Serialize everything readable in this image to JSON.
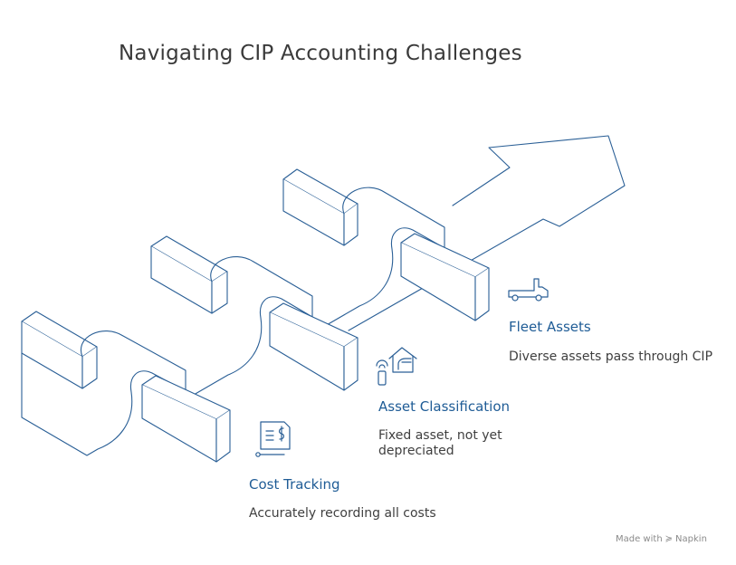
{
  "title": "Navigating CIP Accounting Challenges",
  "colors": {
    "stroke": "#2a5f96",
    "heading": "#1f5c96",
    "text": "#3f3f3f",
    "title": "#3a3a3a"
  },
  "steps": [
    {
      "title": "Fleet Assets",
      "description": "Diverse assets pass through CIP",
      "icon": "truck-icon"
    },
    {
      "title": "Asset Classification",
      "description": "Fixed asset, not yet depreciated",
      "icon": "house-phone-icon"
    },
    {
      "title": "Cost Tracking",
      "description": "Accurately recording all costs",
      "icon": "invoice-dollar-icon"
    }
  ],
  "watermark": {
    "prefix": "Made with",
    "brand": "Napkin"
  }
}
